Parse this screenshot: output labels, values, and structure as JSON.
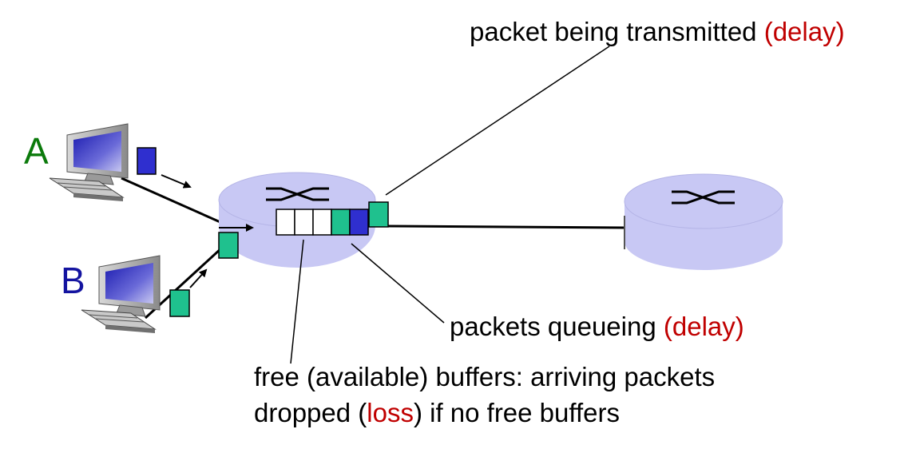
{
  "hosts": [
    {
      "label": "A",
      "color": "#0b7a0b"
    },
    {
      "label": "B",
      "color": "#1414a0"
    }
  ],
  "annotations": {
    "transmitted": {
      "text": "packet being transmitted ",
      "highlight": "(delay)"
    },
    "queueing": {
      "text": "packets queueing ",
      "highlight": "(delay)"
    },
    "free_line1": "free (available) buffers: arriving packets",
    "free_line2_pre": "dropped (",
    "free_line2_highlight": "loss",
    "free_line2_post": ") if no free buffers"
  },
  "colors": {
    "router_fill": "#c8c8f4",
    "packet_a": "#2f2fcf",
    "packet_b": "#1fc18e",
    "highlight": "#c00000",
    "host_a_label": "#0b7a0b",
    "host_b_label": "#1414a0"
  },
  "icons": [
    "desktop-computer-icon",
    "router-icon",
    "packet-icon",
    "buffer-slot-icon"
  ]
}
